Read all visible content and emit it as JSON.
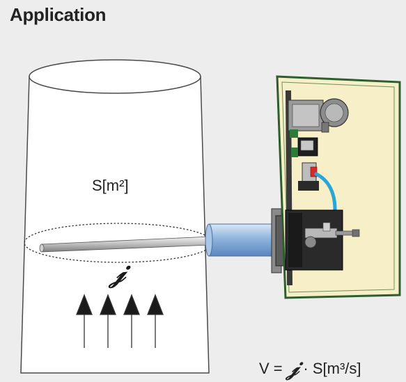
{
  "title": "Application",
  "duct": {
    "area_label": "S[m²]",
    "velocity_symbol": "𝒿"
  },
  "formula": {
    "lhs": "V =",
    "symbol": "𝒿",
    "dot": "·",
    "rhs": "S[m³/s]"
  },
  "colors": {
    "background": "#ededed",
    "enclosure_border": "#2e5d2e",
    "enclosure_fill": "#f6efc8",
    "probe_tube": "#8fb4dd",
    "hose": "#2aa6d6",
    "connector_red": "#d42a2a"
  }
}
